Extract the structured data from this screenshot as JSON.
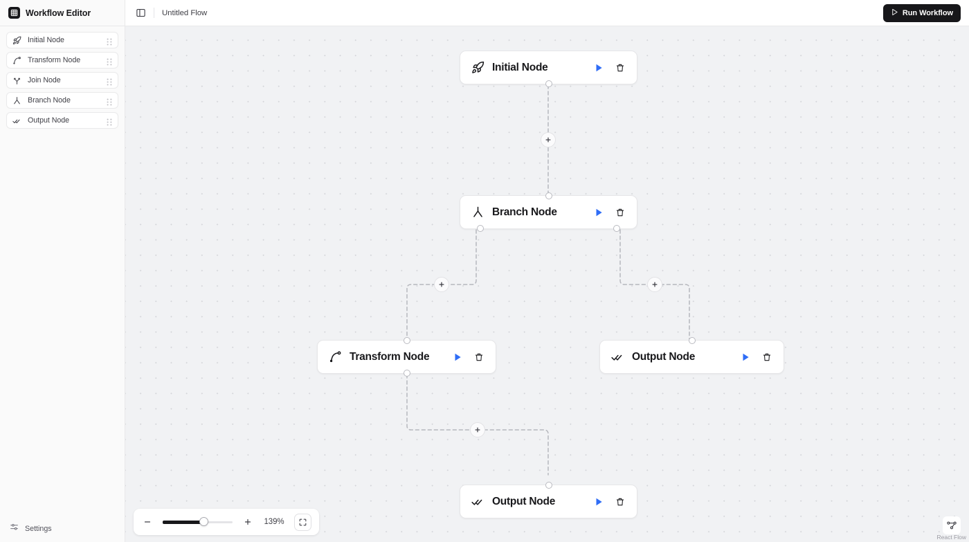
{
  "sidebar": {
    "title": "Workflow Editor",
    "logo_icon": "workflow-logo-icon",
    "items": [
      {
        "label": "Initial Node",
        "icon": "rocket-icon"
      },
      {
        "label": "Transform Node",
        "icon": "bezier-curve-icon"
      },
      {
        "label": "Join Node",
        "icon": "merge-arrows-icon"
      },
      {
        "label": "Branch Node",
        "icon": "split-arrows-icon"
      },
      {
        "label": "Output Node",
        "icon": "double-check-icon"
      }
    ],
    "footer": {
      "label": "Settings",
      "icon": "sliders-icon"
    }
  },
  "topbar": {
    "panel_toggle_icon": "panel-left-icon",
    "flow_name": "Untitled Flow",
    "run_label": "Run Workflow",
    "run_icon": "play-icon"
  },
  "canvas": {
    "nodes": [
      {
        "id": "initial",
        "label": "Initial Node",
        "icon": "rocket-icon"
      },
      {
        "id": "branch",
        "label": "Branch Node",
        "icon": "split-arrows-icon"
      },
      {
        "id": "transform",
        "label": "Transform Node",
        "icon": "bezier-curve-icon"
      },
      {
        "id": "output1",
        "label": "Output Node",
        "icon": "double-check-icon"
      },
      {
        "id": "output2",
        "label": "Output Node",
        "icon": "double-check-icon"
      }
    ],
    "node_actions": {
      "run_icon": "play-icon",
      "delete_icon": "trash-icon"
    },
    "add_edge_icon": "plus-icon",
    "accent_color": "#2f6df6",
    "edge_color": "#b6b7bd",
    "background_color": "#f1f2f4"
  },
  "zoom_controls": {
    "zoom_out_icon": "minus-icon",
    "zoom_in_icon": "plus-icon",
    "level": "139%",
    "fit_view_icon": "maximize-icon"
  },
  "attribution": {
    "text": "React Flow",
    "icon": "react-flow-logo-icon"
  }
}
